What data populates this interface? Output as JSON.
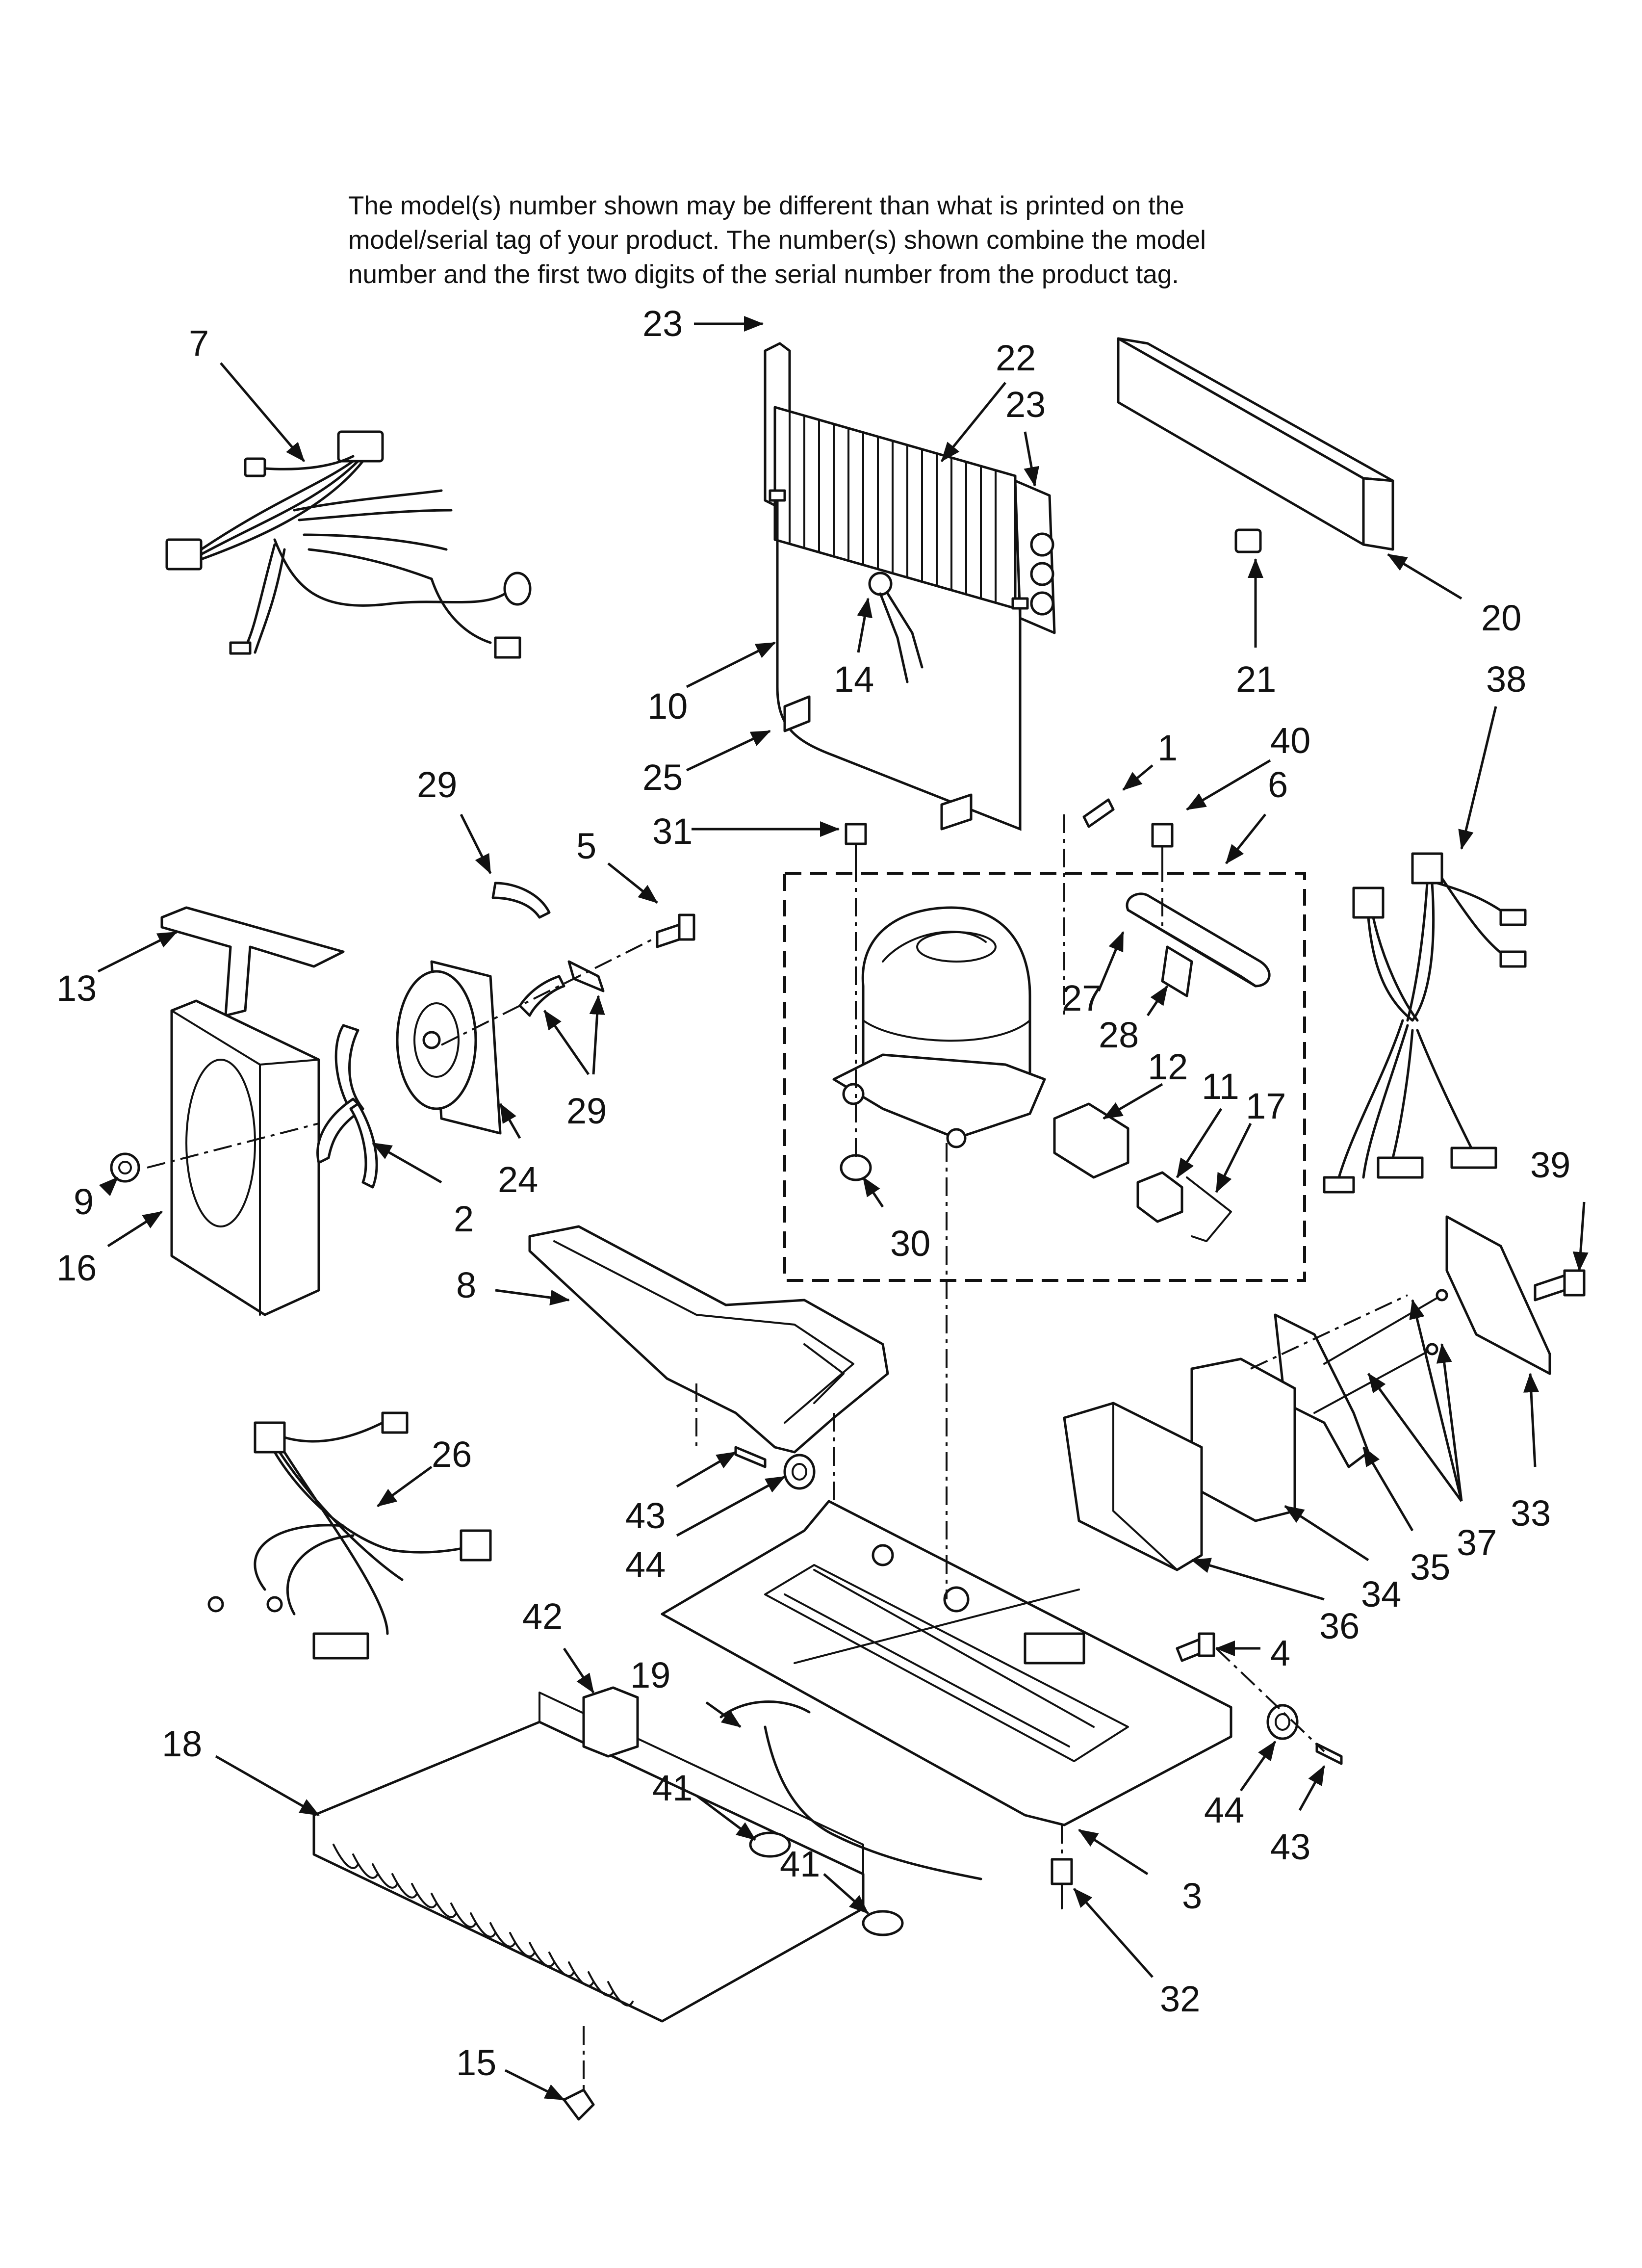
{
  "note_lines": [
    "The model(s) number shown may be different than what is printed on the",
    "model/serial tag of your product. The number(s) shown combine the model",
    "number and the first two digits of the serial number from the product tag."
  ],
  "callouts": [
    {
      "id": "c7",
      "label": "7"
    },
    {
      "id": "c23a",
      "label": "23"
    },
    {
      "id": "c22",
      "label": "22"
    },
    {
      "id": "c23b",
      "label": "23"
    },
    {
      "id": "c20",
      "label": "20"
    },
    {
      "id": "c21",
      "label": "21"
    },
    {
      "id": "c38",
      "label": "38"
    },
    {
      "id": "c10",
      "label": "10"
    },
    {
      "id": "c14",
      "label": "14"
    },
    {
      "id": "c25",
      "label": "25"
    },
    {
      "id": "c1",
      "label": "1"
    },
    {
      "id": "c40",
      "label": "40"
    },
    {
      "id": "c6",
      "label": "6"
    },
    {
      "id": "c29a",
      "label": "29"
    },
    {
      "id": "c5",
      "label": "5"
    },
    {
      "id": "c31",
      "label": "31"
    },
    {
      "id": "c13",
      "label": "13"
    },
    {
      "id": "c27",
      "label": "27"
    },
    {
      "id": "c28",
      "label": "28"
    },
    {
      "id": "c12",
      "label": "12"
    },
    {
      "id": "c11",
      "label": "11"
    },
    {
      "id": "c17",
      "label": "17"
    },
    {
      "id": "c29b",
      "label": "29"
    },
    {
      "id": "c9",
      "label": "9"
    },
    {
      "id": "c24",
      "label": "24"
    },
    {
      "id": "c2",
      "label": "2"
    },
    {
      "id": "c16",
      "label": "16"
    },
    {
      "id": "c30",
      "label": "30"
    },
    {
      "id": "c39",
      "label": "39"
    },
    {
      "id": "c8",
      "label": "8"
    },
    {
      "id": "c26",
      "label": "26"
    },
    {
      "id": "c43a",
      "label": "43"
    },
    {
      "id": "c44a",
      "label": "44"
    },
    {
      "id": "c33",
      "label": "33"
    },
    {
      "id": "c37",
      "label": "37"
    },
    {
      "id": "c35",
      "label": "35"
    },
    {
      "id": "c34",
      "label": "34"
    },
    {
      "id": "c36",
      "label": "36"
    },
    {
      "id": "c42",
      "label": "42"
    },
    {
      "id": "c19",
      "label": "19"
    },
    {
      "id": "c4",
      "label": "4"
    },
    {
      "id": "c18",
      "label": "18"
    },
    {
      "id": "c41a",
      "label": "41"
    },
    {
      "id": "c41b",
      "label": "41"
    },
    {
      "id": "c44b",
      "label": "44"
    },
    {
      "id": "c43b",
      "label": "43"
    },
    {
      "id": "c3",
      "label": "3"
    },
    {
      "id": "c32",
      "label": "32"
    },
    {
      "id": "c15",
      "label": "15"
    }
  ]
}
